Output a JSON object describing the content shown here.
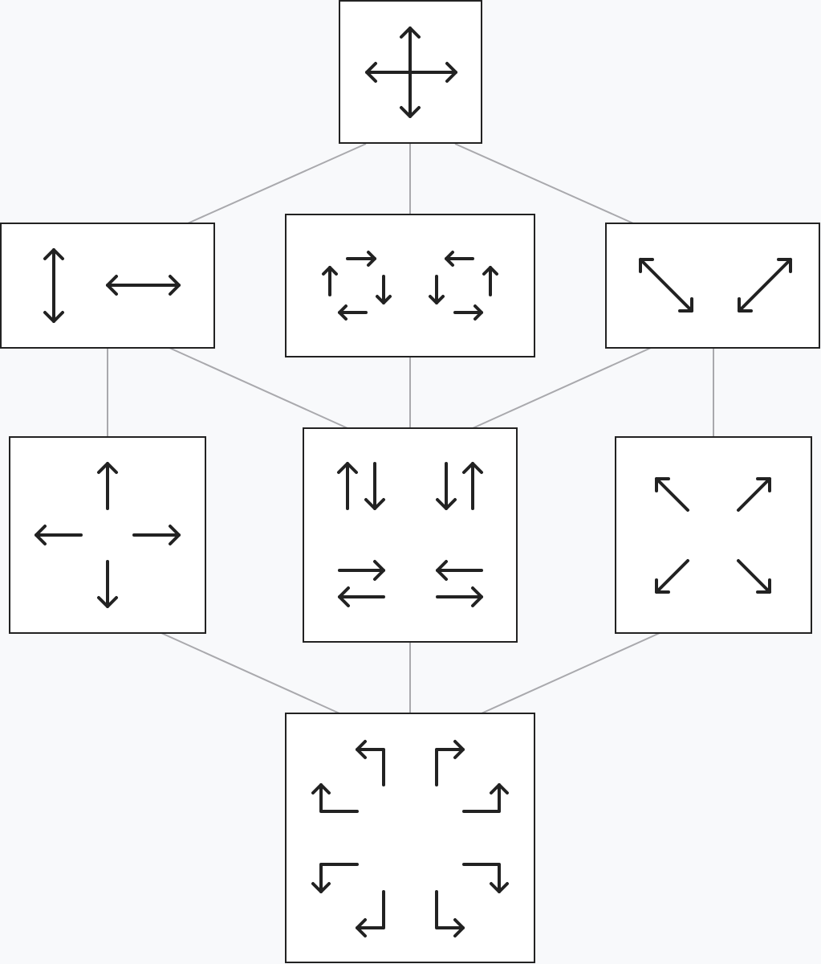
{
  "diagram": {
    "title": "",
    "nodes": [
      {
        "id": "omni-move",
        "icon": "four-way-arrows-icon"
      },
      {
        "id": "axis-pair",
        "icon": "vertical-horizontal-arrows-icon"
      },
      {
        "id": "rotation-pair",
        "icon": "clockwise-counterclockwise-cycle-icon"
      },
      {
        "id": "diagonal-pair",
        "icon": "diagonal-arrows-icon"
      },
      {
        "id": "cardinal-outward",
        "icon": "cardinal-outward-arrows-icon"
      },
      {
        "id": "swap-pairs",
        "icon": "exchange-arrows-icon"
      },
      {
        "id": "diagonal-outward",
        "icon": "diagonal-outward-arrows-icon"
      },
      {
        "id": "turn-arrows",
        "icon": "corner-turn-arrows-icon"
      }
    ],
    "edges": [
      {
        "from": "omni-move",
        "to": "axis-pair"
      },
      {
        "from": "omni-move",
        "to": "rotation-pair"
      },
      {
        "from": "omni-move",
        "to": "diagonal-pair"
      },
      {
        "from": "axis-pair",
        "to": "cardinal-outward"
      },
      {
        "from": "axis-pair",
        "to": "swap-pairs"
      },
      {
        "from": "rotation-pair",
        "to": "swap-pairs"
      },
      {
        "from": "diagonal-pair",
        "to": "swap-pairs"
      },
      {
        "from": "diagonal-pair",
        "to": "diagonal-outward"
      },
      {
        "from": "cardinal-outward",
        "to": "turn-arrows"
      },
      {
        "from": "swap-pairs",
        "to": "turn-arrows"
      },
      {
        "from": "diagonal-outward",
        "to": "turn-arrows"
      }
    ],
    "colors": {
      "background": "#f8f9fb",
      "box_fill": "#ffffff",
      "box_stroke": "#222222",
      "edge": "#a9a9ad",
      "glyph": "#222222"
    }
  }
}
